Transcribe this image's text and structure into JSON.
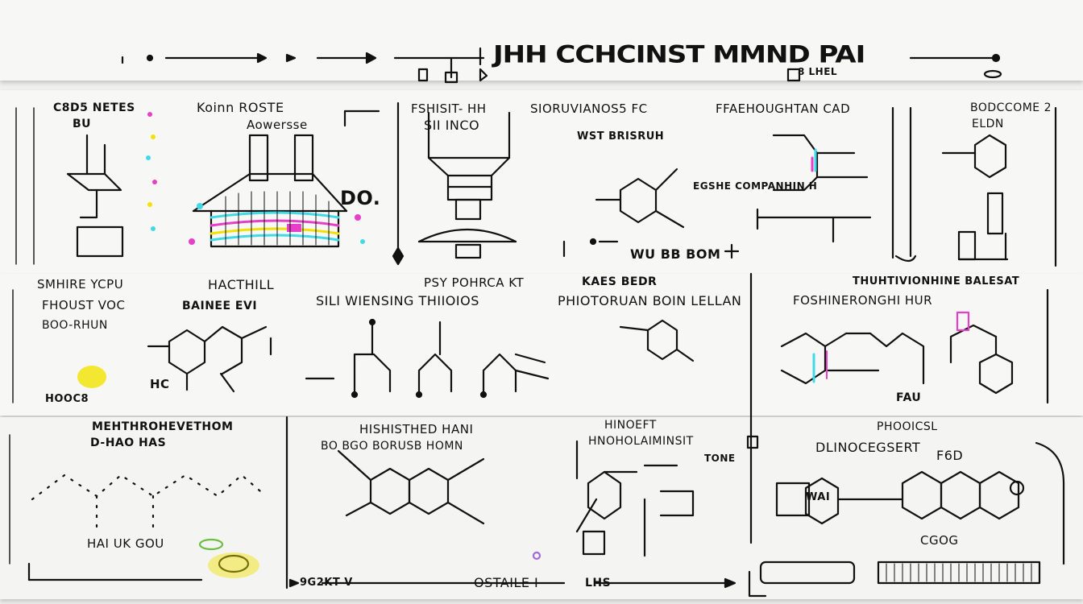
{
  "title": "JHH CCHCINST MMND PAI",
  "subtitle": "8 LHEL",
  "strip1": {
    "p1_label": "C8D5 NETES",
    "p1_sub": "BU",
    "p2_label": "Koinn ROSTE",
    "p2_sub": "Aowersse",
    "p2_mark": "DO.",
    "p3_label": "FSHISIT- HH",
    "p3_sub": "SII INCO",
    "p4_label": "SIORUVIANOS5 FC",
    "p4_sub": "WST BRISRUH",
    "p4_bottom": "WU BB BOM",
    "p4_side": "EGSHE COMPANHIN H",
    "p5_label": "FFAEHOUGHTAN CAD",
    "p6_label": "BODCCOME 2",
    "p6_sub": "ELDN"
  },
  "strip2": {
    "p1_label": "SMHIRE YCPU",
    "p1_sub": "FHOUST VOC",
    "p1_sub2": "BOO-RHUN",
    "p1_bottom": "HOOC8",
    "p2_label": "HACTHILL",
    "p2_sub": "BAINEE EVI",
    "p2_hc": "HC",
    "p3_label": "SILI WIENSING THIIOIOS",
    "p3_sub": "PSY POHRCA KT",
    "p4_label": "PHIOTORUAN BOIN LELLAN",
    "p4_sub": "KAES BEDR",
    "p5_label": "FOSHINERONGHI HUR",
    "p5_sub": "THUHTIVIONHINE BALESAT",
    "p5_bottom": "FAU"
  },
  "strip3": {
    "p1_label": "MEHTHROHEVETHOM",
    "p1_sub": "D-HAO HAS",
    "p1_bottom": "HAI UK GOU",
    "p2_label": "HISHISTHED HANI",
    "p2_sub": "BO BGO BORUSB HOMN",
    "p3_label": "HINOEFT",
    "p3_sub": "HNOHOLAIMINSIT",
    "p3_side": "TONE",
    "p4_label": "PHOOICSL",
    "p4_sub": "DLINOCEGSERT",
    "p4_side": "F6D",
    "p4_mark": "WAI",
    "p4_bottom": "CGOG",
    "footer_left": "9G2KT V",
    "footer_mid": "OSTAILE I",
    "footer_right": "LHS"
  },
  "colors": {
    "ink": "#111111",
    "yellow": "#f2e200",
    "magenta": "#e83fc8",
    "cyan": "#3fd9e8",
    "paper": "#f7f7f6"
  }
}
